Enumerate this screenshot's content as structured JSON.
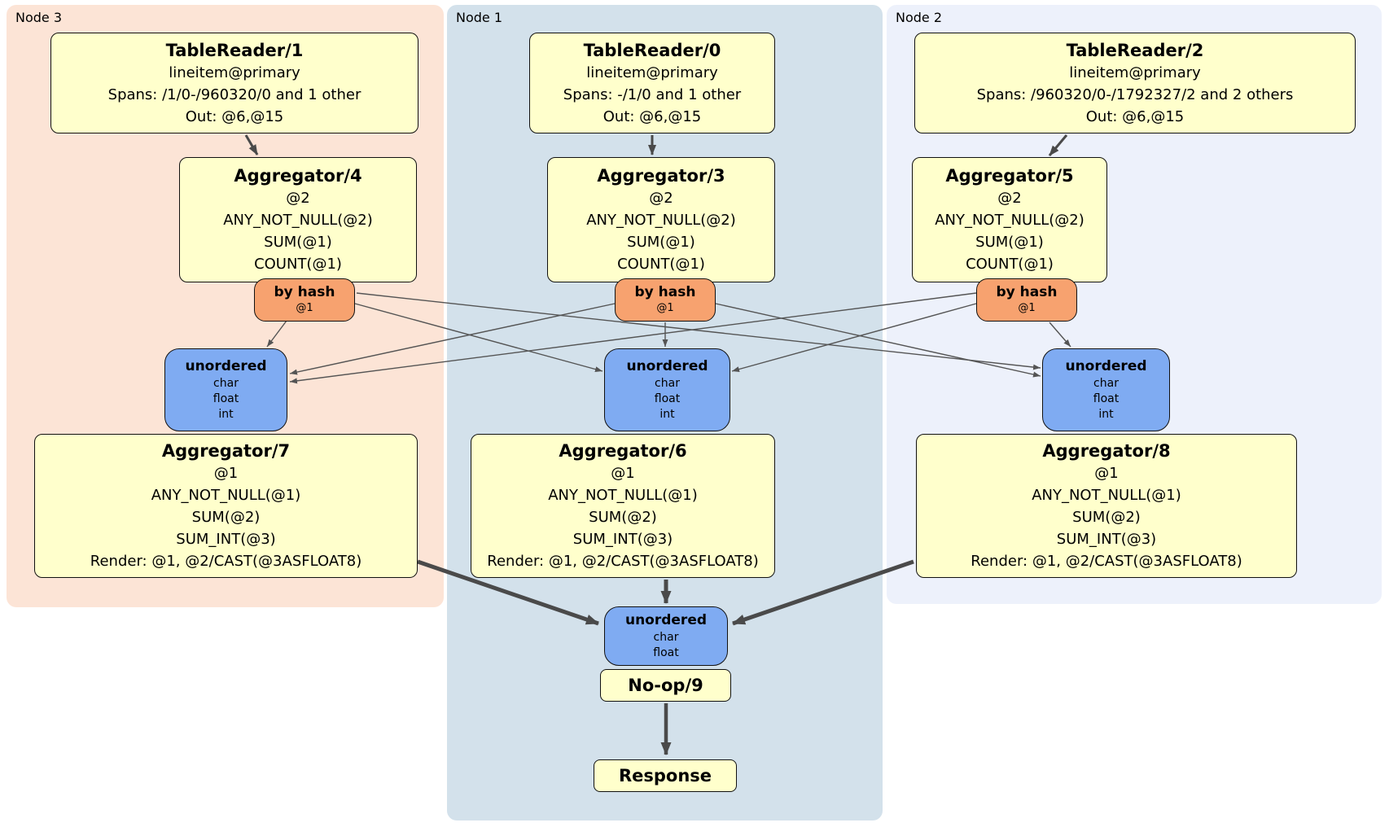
{
  "panels": [
    {
      "label": "Node 3",
      "tr": {
        "title": "TableReader/1",
        "table": "lineitem@primary",
        "spans": "Spans: /1/0-/960320/0 and 1 other",
        "out": "Out: @6,@15"
      },
      "agg_top": {
        "title": "Aggregator/4",
        "lines": [
          "@2",
          "ANY_NOT_NULL(@2)",
          "SUM(@1)",
          "COUNT(@1)"
        ]
      },
      "router": {
        "title": "by hash",
        "key": "@1"
      },
      "sync": {
        "title": "unordered",
        "cols": [
          "char",
          "float",
          "int"
        ]
      },
      "agg_bottom": {
        "title": "Aggregator/7",
        "lines": [
          "@1",
          "ANY_NOT_NULL(@1)",
          "SUM(@2)",
          "SUM_INT(@3)",
          "Render: @1, @2/CAST(@3ASFLOAT8)"
        ]
      }
    },
    {
      "label": "Node 1",
      "tr": {
        "title": "TableReader/0",
        "table": "lineitem@primary",
        "spans": "Spans: -/1/0 and 1 other",
        "out": "Out: @6,@15"
      },
      "agg_top": {
        "title": "Aggregator/3",
        "lines": [
          "@2",
          "ANY_NOT_NULL(@2)",
          "SUM(@1)",
          "COUNT(@1)"
        ]
      },
      "router": {
        "title": "by hash",
        "key": "@1"
      },
      "sync": {
        "title": "unordered",
        "cols": [
          "char",
          "float",
          "int"
        ]
      },
      "agg_bottom": {
        "title": "Aggregator/6",
        "lines": [
          "@1",
          "ANY_NOT_NULL(@1)",
          "SUM(@2)",
          "SUM_INT(@3)",
          "Render: @1, @2/CAST(@3ASFLOAT8)"
        ]
      }
    },
    {
      "label": "Node 2",
      "tr": {
        "title": "TableReader/2",
        "table": "lineitem@primary",
        "spans": "Spans: /960320/0-/1792327/2 and 2 others",
        "out": "Out: @6,@15"
      },
      "agg_top": {
        "title": "Aggregator/5",
        "lines": [
          "@2",
          "ANY_NOT_NULL(@2)",
          "SUM(@1)",
          "COUNT(@1)"
        ]
      },
      "router": {
        "title": "by hash",
        "key": "@1"
      },
      "sync": {
        "title": "unordered",
        "cols": [
          "char",
          "float",
          "int"
        ]
      },
      "agg_bottom": {
        "title": "Aggregator/8",
        "lines": [
          "@1",
          "ANY_NOT_NULL(@1)",
          "SUM(@2)",
          "SUM_INT(@3)",
          "Render: @1, @2/CAST(@3ASFLOAT8)"
        ]
      }
    }
  ],
  "output": {
    "sync": {
      "title": "unordered",
      "cols": [
        "char",
        "float"
      ]
    },
    "noop": "No-op/9",
    "response": "Response"
  },
  "edges": [
    {
      "from": "TableReader/1",
      "to": "Aggregator/4"
    },
    {
      "from": "TableReader/0",
      "to": "Aggregator/3"
    },
    {
      "from": "TableReader/2",
      "to": "Aggregator/5"
    },
    {
      "from": "by hash (Node 3)",
      "to": "unordered (Node 3)"
    },
    {
      "from": "by hash (Node 3)",
      "to": "unordered (Node 1)"
    },
    {
      "from": "by hash (Node 3)",
      "to": "unordered (Node 2)"
    },
    {
      "from": "by hash (Node 1)",
      "to": "unordered (Node 3)"
    },
    {
      "from": "by hash (Node 1)",
      "to": "unordered (Node 1)"
    },
    {
      "from": "by hash (Node 1)",
      "to": "unordered (Node 2)"
    },
    {
      "from": "by hash (Node 2)",
      "to": "unordered (Node 3)"
    },
    {
      "from": "by hash (Node 2)",
      "to": "unordered (Node 1)"
    },
    {
      "from": "by hash (Node 2)",
      "to": "unordered (Node 2)"
    },
    {
      "from": "Aggregator/7",
      "to": "unordered (final)"
    },
    {
      "from": "Aggregator/6",
      "to": "unordered (final)"
    },
    {
      "from": "Aggregator/8",
      "to": "unordered (final)"
    },
    {
      "from": "unordered (final)",
      "to": "No-op/9"
    },
    {
      "from": "No-op/9",
      "to": "Response"
    }
  ],
  "colors": {
    "panel_node3": "#fce4d6",
    "panel_node1": "#d3e1eb",
    "panel_node2": "#edf1fb",
    "processor_fill": "#ffffcc",
    "router_fill": "#f7a26f",
    "sync_fill": "#7fabf2",
    "edge": "#4a4a4a"
  }
}
